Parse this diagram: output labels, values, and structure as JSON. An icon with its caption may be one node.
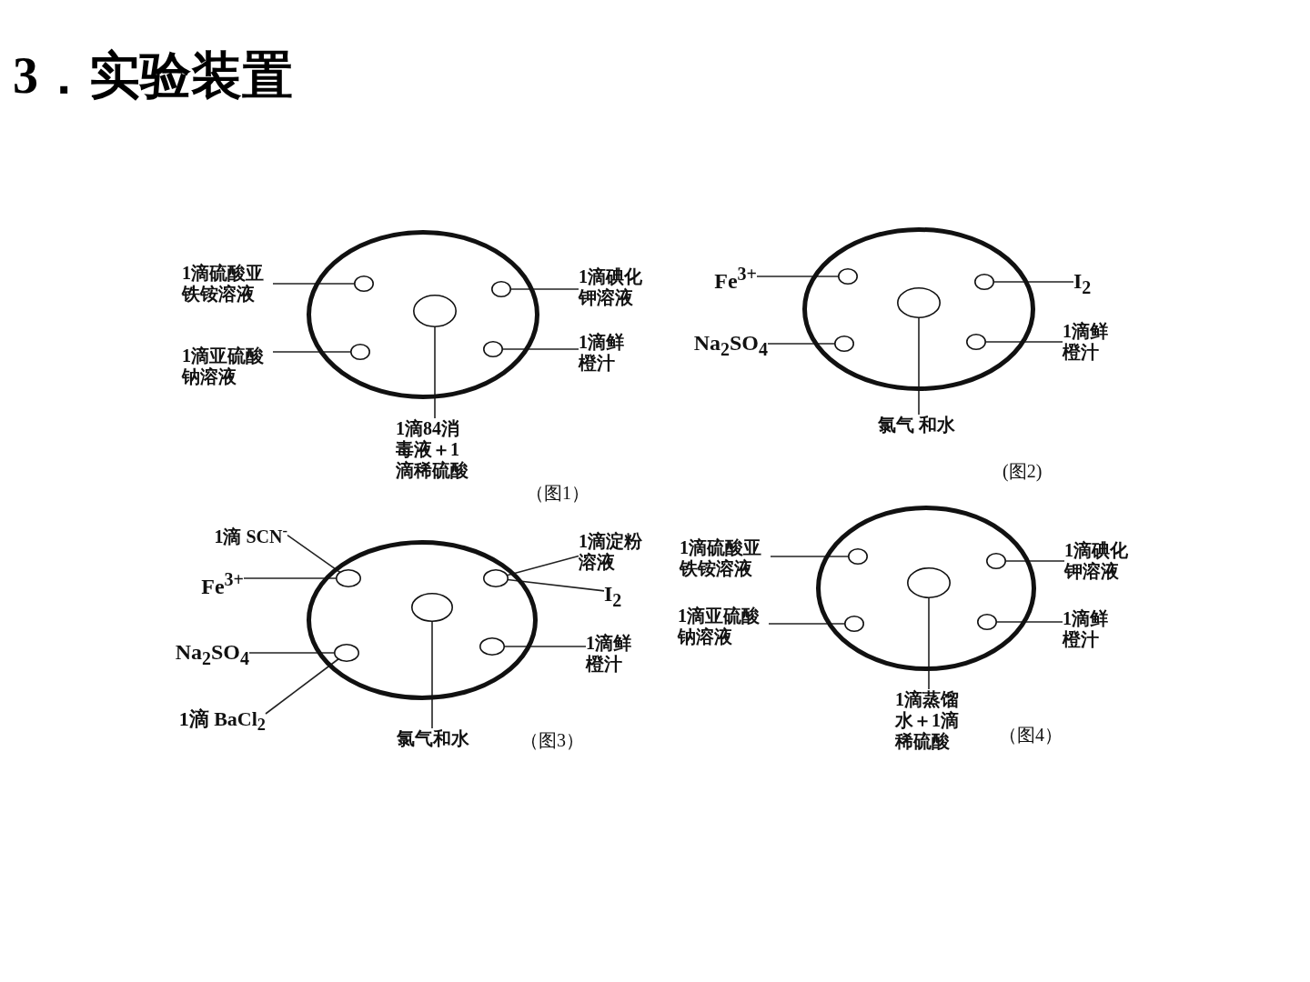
{
  "diagram": {
    "title": "3．实验装置",
    "nodes": [
      {
        "text": [],
        "shape": "ellipse"
      },
      {
        "text": [],
        "shape": "ellipse",
        "in": 0
      },
      {
        "text": [],
        "shape": "ellipse",
        "in": 0
      },
      {
        "text": [],
        "shape": "ellipse",
        "in": 0
      },
      {
        "text": [],
        "shape": "ellipse",
        "in": 0
      },
      {
        "text": [],
        "shape": "ellipse",
        "in": 0
      },
      {
        "text": [
          "1滴硫酸亚铁铵溶液"
        ]
      },
      {
        "text": [
          "1滴碘化钾溶液"
        ]
      },
      {
        "text": [
          "1滴亚硫酸钠溶液"
        ]
      },
      {
        "text": [
          "1滴鲜橙汁"
        ]
      },
      {
        "text": [
          "1滴84消毒液＋1滴稀硫酸"
        ]
      },
      {
        "text": [],
        "shape": "ellipse"
      },
      {
        "text": [],
        "shape": "ellipse",
        "in": 11
      },
      {
        "text": [],
        "shape": "ellipse",
        "in": 11
      },
      {
        "text": [],
        "shape": "ellipse",
        "in": 11
      },
      {
        "text": [],
        "shape": "ellipse",
        "in": 11
      },
      {
        "text": [],
        "shape": "ellipse",
        "in": 11
      },
      {
        "text": [
          "Fe$^{3+}$"
        ]
      },
      {
        "text": [
          "I$_{2}$"
        ]
      },
      {
        "text": [
          "Na$_{2}$SO$_{4}$"
        ]
      },
      {
        "text": [
          "1滴鲜橙汁"
        ]
      },
      {
        "text": [
          "氯气 和水"
        ]
      },
      {
        "text": [],
        "shape": "ellipse"
      },
      {
        "text": [],
        "shape": "ellipse",
        "in": 22
      },
      {
        "text": [],
        "shape": "ellipse",
        "in": 22
      },
      {
        "text": [],
        "shape": "ellipse",
        "in": 22
      },
      {
        "text": [],
        "shape": "ellipse",
        "in": 22
      },
      {
        "text": [],
        "shape": "ellipse",
        "in": 22
      },
      {
        "text": [
          "1滴 SCN$^{-}$"
        ]
      },
      {
        "text": [
          "1滴淀粉溶液"
        ]
      },
      {
        "text": [
          "Fe$^{3+}$"
        ]
      },
      {
        "text": [
          "I$_{2}$"
        ]
      },
      {
        "text": [
          "Na$_{2}$SO$_{4}$"
        ]
      },
      {
        "text": [
          "1滴鲜橙汁"
        ]
      },
      {
        "text": [
          "1滴 BaCl$_{2}$"
        ]
      },
      {
        "text": [
          "氯气和水"
        ]
      },
      {
        "text": [],
        "shape": "ellipse"
      },
      {
        "text": [],
        "shape": "ellipse",
        "in": 36
      },
      {
        "text": [],
        "shape": "ellipse",
        "in": 36
      },
      {
        "text": [],
        "shape": "ellipse",
        "in": 36
      },
      {
        "text": [],
        "shape": "ellipse",
        "in": 36
      },
      {
        "text": [],
        "shape": "ellipse",
        "in": 36
      },
      {
        "text": [
          "1滴硫酸亚铁铵溶液"
        ]
      },
      {
        "text": [
          "1滴碘化钾溶液"
        ]
      },
      {
        "text": [
          "1滴亚硫酸钠溶液"
        ]
      },
      {
        "text": [
          "1滴鲜橙汁"
        ]
      },
      {
        "text": [
          "1滴蒸馏水＋1滴稀硫酸"
        ]
      }
    ],
    "edges": [
      {
        "from": 6,
        "to": 1,
        "arrow": "none"
      },
      {
        "from": 7,
        "to": 2,
        "arrow": "none"
      },
      {
        "from": 8,
        "to": 4,
        "arrow": "none"
      },
      {
        "from": 9,
        "to": 5,
        "arrow": "none"
      },
      {
        "from": 10,
        "to": 3,
        "arrow": "none"
      },
      {
        "from": 17,
        "to": 12,
        "arrow": "none"
      },
      {
        "from": 18,
        "to": 13,
        "arrow": "none"
      },
      {
        "from": 19,
        "to": 15,
        "arrow": "none"
      },
      {
        "from": 20,
        "to": 16,
        "arrow": "none"
      },
      {
        "from": 21,
        "to": 14,
        "arrow": "none"
      },
      {
        "from": 28,
        "to": 23,
        "arrow": "none"
      },
      {
        "from": 29,
        "to": 24,
        "arrow": "none"
      },
      {
        "from": 30,
        "to": 23,
        "arrow": "none"
      },
      {
        "from": 31,
        "to": 24,
        "arrow": "none"
      },
      {
        "from": 32,
        "to": 26,
        "arrow": "none"
      },
      {
        "from": 33,
        "to": 27,
        "arrow": "none"
      },
      {
        "from": 34,
        "to": 26,
        "arrow": "none"
      },
      {
        "from": 35,
        "to": 25,
        "arrow": "none"
      },
      {
        "from": 42,
        "to": 37,
        "arrow": "none"
      },
      {
        "from": 43,
        "to": 38,
        "arrow": "none"
      },
      {
        "from": 44,
        "to": 40,
        "arrow": "none"
      },
      {
        "from": 45,
        "to": 41,
        "arrow": "none"
      },
      {
        "from": 46,
        "to": 39,
        "arrow": "none"
      }
    ],
    "labels": [
      "（图1）",
      "(图2)",
      "（图3）",
      "（图4）"
    ]
  }
}
